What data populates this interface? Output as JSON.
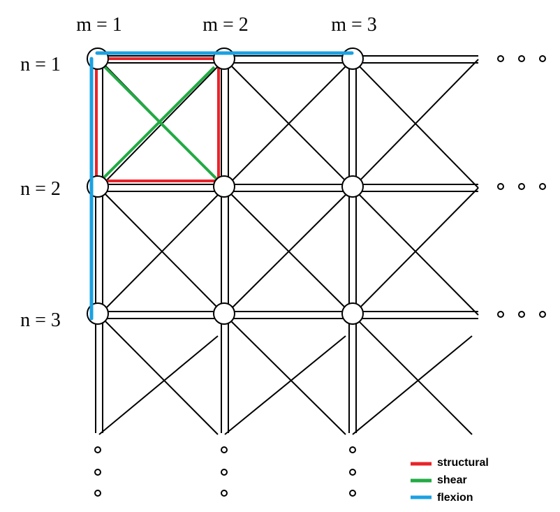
{
  "columns": [
    "m = 1",
    "m = 2",
    "m = 3"
  ],
  "rows": [
    "n = 1",
    "n = 2",
    "n = 3"
  ],
  "legend": [
    {
      "label": "structural",
      "color": "#e8232a"
    },
    {
      "label": "shear",
      "color": "#22aa44"
    },
    {
      "label": "flexion",
      "color": "#1ba1e2"
    }
  ],
  "colors": {
    "mesh": "#000000",
    "background": "#ffffff"
  }
}
